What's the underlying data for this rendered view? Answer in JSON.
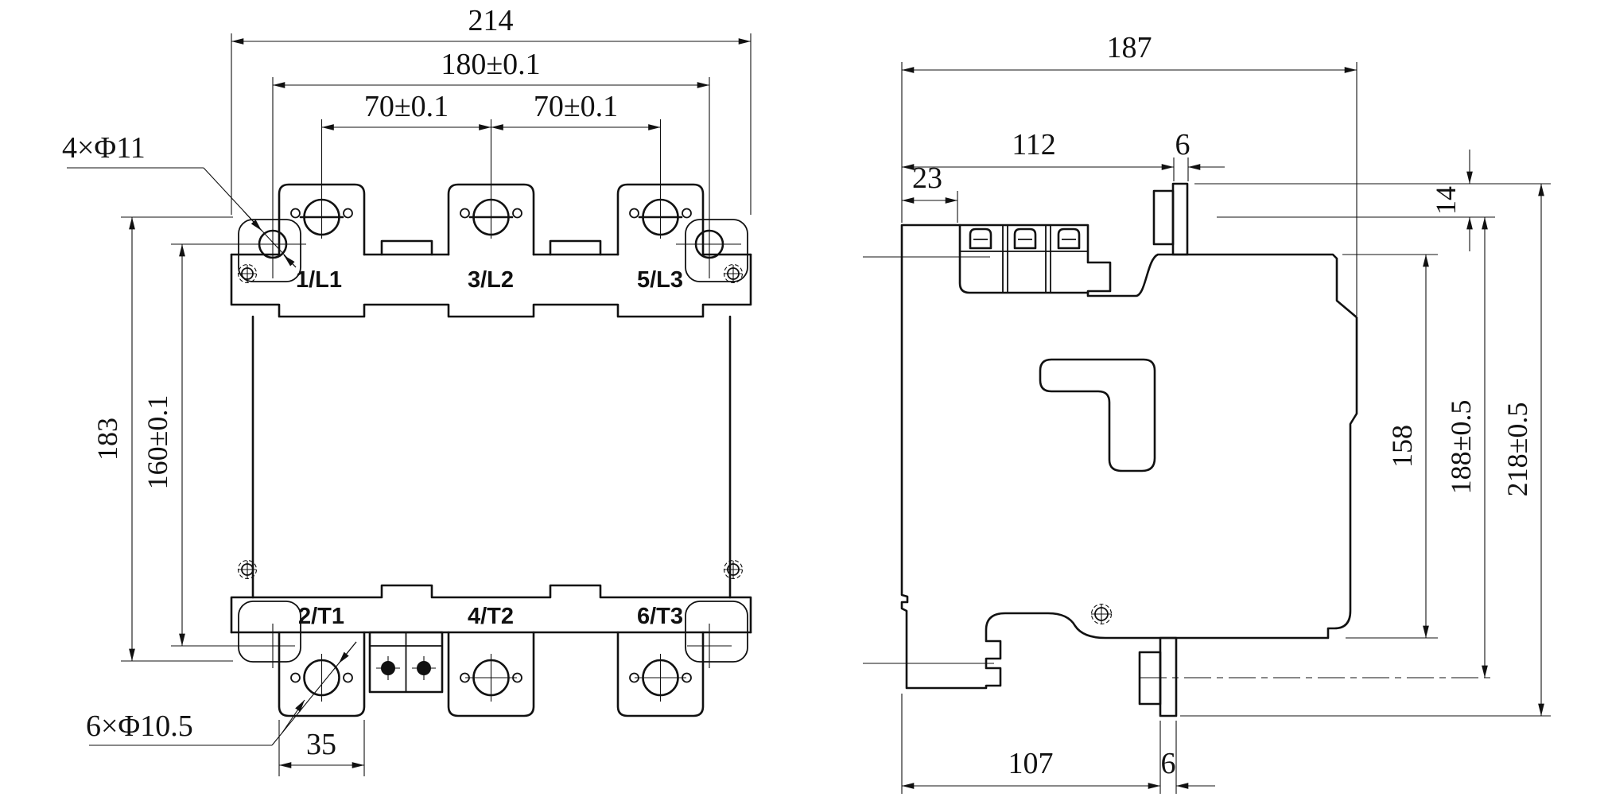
{
  "front": {
    "dim_overall_width": "214",
    "dim_hole_spacing_h": "180±0.1",
    "dim_pitch_left": "70±0.1",
    "dim_pitch_right": "70±0.1",
    "dim_overall_height": "183",
    "dim_hole_spacing_v": "160±0.1",
    "callout_mounting_holes": "4×Φ11",
    "callout_terminal_holes": "6×Φ10.5",
    "dim_tab_width": "35",
    "terminals_top": [
      "1/L1",
      "3/L2",
      "5/L3"
    ],
    "terminals_bottom": [
      "2/T1",
      "4/T2",
      "6/T3"
    ]
  },
  "side": {
    "dim_overall_depth": "187",
    "dim_pin_offset_top": "112",
    "dim_pin_width_top": "6",
    "dim_step_width": "23",
    "dim_pin_protrusion": "14",
    "dim_body_height": "158",
    "dim_height_to_base": "188±0.5",
    "dim_overall_height": "218±0.5",
    "dim_pin_offset_bottom": "107",
    "dim_pin_width_bottom": "6"
  },
  "colors": {
    "line": "#111111",
    "background": "#ffffff"
  }
}
